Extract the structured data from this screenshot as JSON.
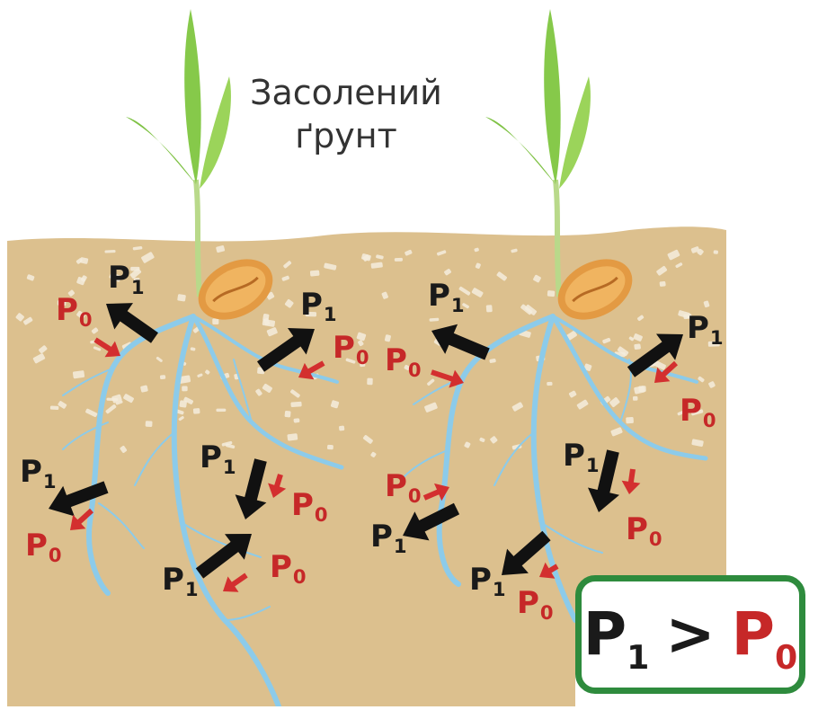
{
  "title": {
    "line1": "Засолений",
    "line2": "ґрунт"
  },
  "pressure": {
    "p_letter": "P",
    "inside_sub": "1",
    "outside_sub": "0"
  },
  "formula": {
    "left_letter": "P",
    "left_sub": "1",
    "operator": ">",
    "right_letter": "P",
    "right_sub": "0"
  },
  "colors": {
    "soil": "#dcc08e",
    "salt": "#f4ecdd",
    "root": "#8ccbea",
    "inside_arrow": "#111111",
    "outside_arrow": "#d32f2f",
    "leaf": "#8ccf4a",
    "seed": "#e39a43",
    "frame": "#2e8b3d"
  }
}
